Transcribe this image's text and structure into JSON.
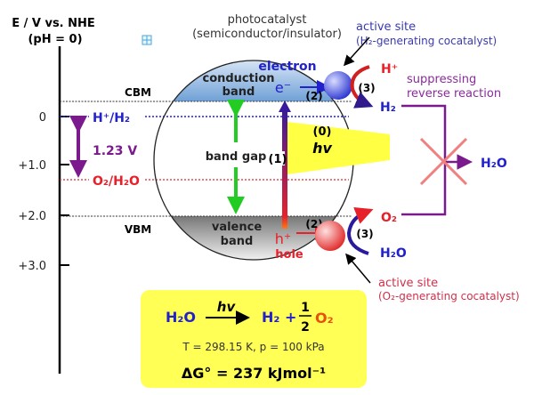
{
  "axis": {
    "title": "E / V vs. NHE",
    "subtitle": "(pH = 0)",
    "ticks": [
      "0",
      "+1.0",
      "+2.0",
      "+3.0"
    ]
  },
  "levels": {
    "cbm": "CBM",
    "vbm": "VBM",
    "h_couple": "H⁺/H₂",
    "o_couple": "O₂/H₂O",
    "potential": "1.23 V"
  },
  "photocatalyst": {
    "title": "photocatalyst",
    "subtitle": "(semiconductor/insulator)",
    "conduction_band": [
      "conduction",
      "band"
    ],
    "valence_band": [
      "valence",
      "band"
    ],
    "band_gap": "band gap",
    "electron": "electron",
    "e_symbol": "e⁻",
    "h_symbol": "h⁺",
    "hole": "hole",
    "step0": "(0)",
    "hv": "hv",
    "step1": "(1)",
    "step2": "(2)",
    "step3": "(3)"
  },
  "h2_site": {
    "title": "active site",
    "subtitle": "(H₂-generating cocatalyst)",
    "reactant": "H⁺",
    "product": "H₂"
  },
  "o2_site": {
    "title": "active site",
    "subtitle": "(O₂-generating cocatalyst)",
    "reactant": "H₂O",
    "product": "O₂"
  },
  "reverse": {
    "label": [
      "suppressing",
      "reverse reaction"
    ],
    "product": "H₂O"
  },
  "equation": {
    "reactant": "H₂O",
    "hv": "hv",
    "product1": "H₂ +",
    "frac_num": "1",
    "frac_den": "2",
    "product2": "O₂",
    "conditions": "T = 298.15 K, p = 100 kPa",
    "gibbs": "ΔG° = 237 kJmol⁻¹"
  },
  "colors": {
    "blue": "#2222cc",
    "red": "#e8202a",
    "purple": "#7a1a8c",
    "green": "#22cc22",
    "yellow": "#ffff44"
  }
}
